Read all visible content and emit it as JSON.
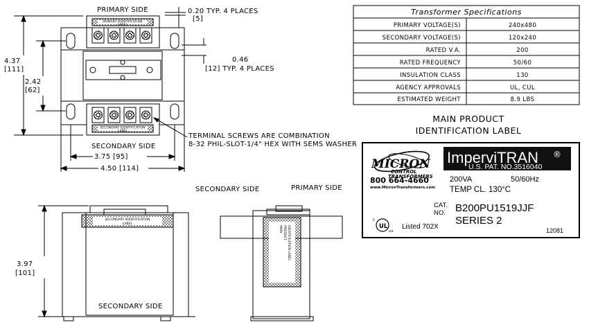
{
  "top_view": {
    "primary_side": "PRIMARY SIDE",
    "secondary_side": "SECONDARY SIDE",
    "id_label_top": "PRIMARY IDENTIFICATION",
    "id_label_top2": "LABEL",
    "id_label_bottom": "SECONDARY IDENTIFICATION",
    "id_label_bottom2": "LABEL",
    "dim_020": "0.20 TYP. 4 PLACES",
    "dim_020_mm": "[5]",
    "dim_046": "0.46",
    "dim_046_mm": "[12] TYP. 4 PLACES",
    "dim_437": "4.37",
    "dim_437_mm": "[111]",
    "dim_242": "2.42",
    "dim_242_mm": "[62]",
    "dim_375": "3.75 [95]",
    "dim_450": "4.50 [114]",
    "terminal_note_1": "TERMINAL SCREWS ARE COMBINATION",
    "terminal_note_2": "8-32 PHIL-SLOT-1/4\" HEX WITH SEMS WASHER"
  },
  "front_view": {
    "secondary_side_top": "SECONDARY SIDE",
    "secondary_side_bottom": "SECONDARY SIDE",
    "id_label": "SECONDARY IDENTIFICATION",
    "id_label2": "LABEL",
    "dim_397": "3.97",
    "dim_397_mm": "[101]"
  },
  "side_view": {
    "primary_side": "PRIMARY SIDE",
    "label_l1": "MAIN",
    "label_l2": "PRODUCT",
    "label_l3": "IDENTIFICATION LABEL"
  },
  "spec_table": {
    "title": "Transformer Specifications",
    "rows": [
      {
        "label": "PRIMARY VOLTAGE(S)",
        "value": "240x480"
      },
      {
        "label": "SECONDARY VOLTAGE(S)",
        "value": "120x240"
      },
      {
        "label": "RATED V.A.",
        "value": "200"
      },
      {
        "label": "RATED FREQUENCY",
        "value": "50/60"
      },
      {
        "label": "INSULATION CLASS",
        "value": "130"
      },
      {
        "label": "AGENCY APPROVALS",
        "value": "UL, CUL"
      },
      {
        "label": "ESTIMATED WEIGHT",
        "value": "8.9 LBS"
      }
    ]
  },
  "main_label_caption": {
    "line1": "MAIN PRODUCT",
    "line2": "IDENTIFICATION LABEL"
  },
  "product_label": {
    "brand_1": "MICRON",
    "brand_2": "CONTROL",
    "brand_3": "TRANSFORMERS",
    "phone": "800 664-4660",
    "website": "www.MicronTransformers.com",
    "product_name": "ImperviTRAN",
    "registered": "®",
    "patent": "U.S. PAT. NO.3516040",
    "va": "200VA",
    "freq": "50/60Hz",
    "temp": "TEMP CL. 130°C",
    "cat_label": "CAT.",
    "no_label": "NO.",
    "cat_no": "B200PU1519JJF",
    "series": "SERIES 2",
    "ul_mark": "UL",
    "c_mark": "c",
    "us_mark": "us",
    "listed": "Listed 702X",
    "code": "12081"
  }
}
